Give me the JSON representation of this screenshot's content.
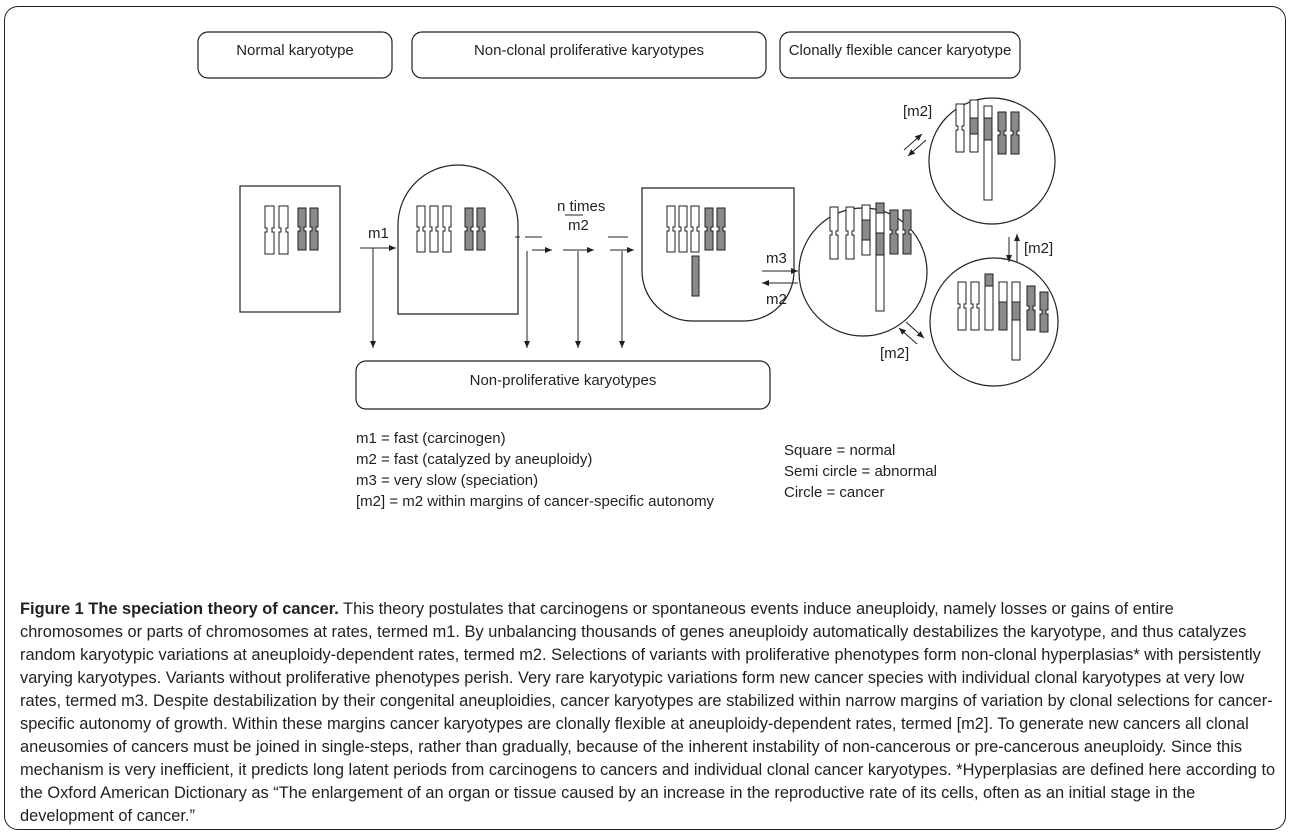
{
  "boxes": {
    "normal": "Normal karyotype",
    "nonclonal": "Non-clonal proliferative karyotypes",
    "flexible": "Clonally flexible cancer karyotype",
    "nonproliferative": "Non-proliferative karyotypes"
  },
  "arrows": {
    "m1": "m1",
    "n_times": "n times",
    "m2": "m2",
    "m3": "m3",
    "m2_back": "m2",
    "m2_bracket_top": "[m2]",
    "m2_bracket_right": "[m2]",
    "m2_bracket_bottom": "[m2]"
  },
  "rates_legend": [
    "m1 = fast (carcinogen)",
    "m2 = fast (catalyzed by aneuploidy)",
    "m3 = very slow (speciation)",
    "[m2] = m2 within margins of cancer-specific autonomy"
  ],
  "shapes_legend": [
    "Square = normal",
    "Semi circle = abnormal",
    "Circle = cancer"
  ],
  "caption": {
    "title": "Figure 1 The speciation theory of cancer.",
    "body": " This theory postulates that carcinogens or spontaneous events induce aneuploidy, namely losses or gains of entire chromosomes or parts of chromosomes at rates, termed m1. By unbalancing thousands of genes aneuploidy automatically destabilizes the karyotype, and thus catalyzes random karyotypic variations at aneuploidy-dependent rates, termed m2. Selections of variants with proliferative phenotypes form non-clonal hyperplasias* with persistently varying karyotypes. Variants without proliferative phenotypes perish. Very rare karyotypic variations form new cancer species with individual clonal karyotypes at very low rates, termed m3. Despite destabilization by their congenital aneuploidies, cancer karyotypes are stabilized within narrow margins of variation by clonal selections for cancer-specific autonomy of growth. Within these margins cancer karyotypes are clonally flexible at aneuploidy-dependent rates, termed [m2]. To generate new cancers all clonal aneusomies of cancers must be joined in single-steps, rather than gradually, because of the inherent instability of non-cancerous or pre-cancerous aneuploidy. Since this mechanism is very inefficient, it predicts long latent periods from carcinogens to cancers and individual clonal cancer karyotypes. *Hyperplasias are defined here according to the Oxford American Dictionary as “The enlargement of an organ or tissue caused by an increase in the reproductive rate of its cells, often as an initial stage in the development of cancer.”"
  },
  "colors": {
    "ink": "#231f20",
    "chromosome_fill": "#8a8a8a"
  }
}
